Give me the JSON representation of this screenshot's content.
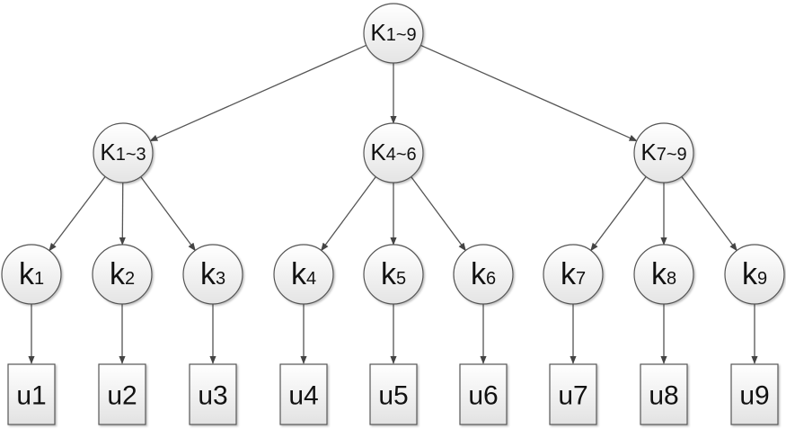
{
  "diagram": {
    "type": "tree",
    "root": {
      "id": "root",
      "main": "K",
      "sub": "1~9"
    },
    "groups": [
      {
        "id": "g1",
        "main": "K",
        "sub": "1~3",
        "children": [
          {
            "id": "k1",
            "main": "k",
            "sub": "1",
            "leaf": "u1"
          },
          {
            "id": "k2",
            "main": "k",
            "sub": "2",
            "leaf": "u2"
          },
          {
            "id": "k3",
            "main": "k",
            "sub": "3",
            "leaf": "u3"
          }
        ]
      },
      {
        "id": "g2",
        "main": "K",
        "sub": "4~6",
        "children": [
          {
            "id": "k4",
            "main": "k",
            "sub": "4",
            "leaf": "u4"
          },
          {
            "id": "k5",
            "main": "k",
            "sub": "5",
            "leaf": "u5"
          },
          {
            "id": "k6",
            "main": "k",
            "sub": "6",
            "leaf": "u6"
          }
        ]
      },
      {
        "id": "g3",
        "main": "K",
        "sub": "7~9",
        "children": [
          {
            "id": "k7",
            "main": "k",
            "sub": "7",
            "leaf": "u7"
          },
          {
            "id": "k8",
            "main": "k",
            "sub": "8",
            "leaf": "u8"
          },
          {
            "id": "k9",
            "main": "k",
            "sub": "9",
            "leaf": "u9"
          }
        ]
      }
    ],
    "colors": {
      "stroke": "#555555",
      "fill_top": "#ffffff",
      "fill_bottom": "#e6e6e6",
      "text": "#111111"
    }
  }
}
